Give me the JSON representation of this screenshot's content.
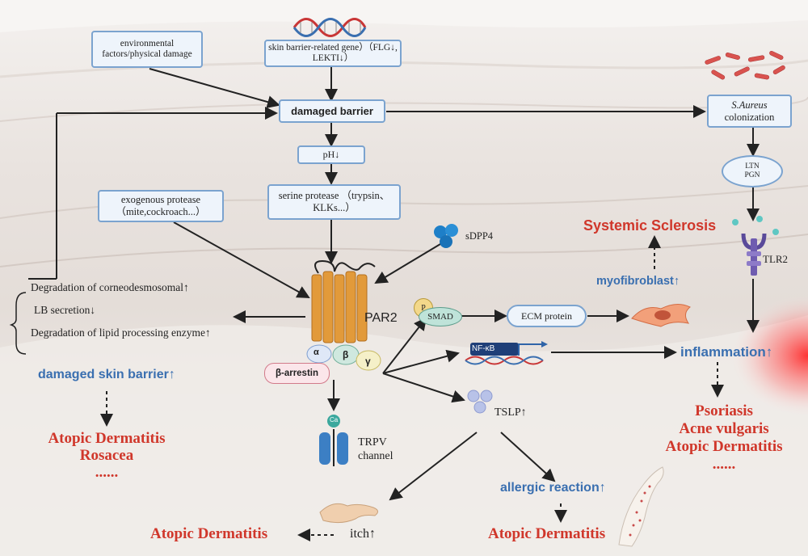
{
  "boxes": {
    "env_factors": "environmental factors/physical damage",
    "gene": "skin barrier-related gene）（FLG↓, LEKTI↓）",
    "damaged_barrier": "damaged barrier",
    "ph": "pH↓",
    "serine": "serine protease （trypsin、KLKs...）",
    "exogenous": "exogenous protease （mite,cockroach...）",
    "saureus_italic": "S.Aureus",
    "saureus_rest": "colonization",
    "ltn": "LTN PGN",
    "ecm": "ECM protein"
  },
  "labels": {
    "sdpp4": "sDPP4",
    "par2": "PAR2",
    "alpha": "α",
    "beta": "β",
    "gamma": "γ",
    "beta_arrestin": "β-arrestin",
    "p": "P",
    "smad": "SMAD",
    "nfkb": "NF-κB",
    "ca": "Ca",
    "trpv": "TRPV channel",
    "tslp": "TSLP↑",
    "tlr2": "TLR2",
    "itch": "itch↑",
    "deg1": "Degradation of corneodesmosomal↑",
    "lb": "LB secretion↓",
    "deg2": "Degradation of lipid processing enzyme↑"
  },
  "outcomes": {
    "damaged_skin": "damaged skin barrier↑",
    "myofibroblast": "myofibroblast↑",
    "inflammation": "inflammation↑",
    "allergic": "allergic reaction↑",
    "systemic": "Systemic Sclerosis",
    "left_list": [
      "Atopic Dermatitis",
      "Rosacea",
      "......"
    ],
    "right_list": [
      "Psoriasis",
      "Acne vulgaris",
      "Atopic Dermatitis",
      "......"
    ],
    "ad_itch": "Atopic Dermatitis",
    "ad_allergic": "Atopic Dermatitis"
  },
  "colors": {
    "box_border": "#7ba3cf",
    "box_fill": "#eef4fb",
    "blue_text": "#3a6fb0",
    "red_text": "#d0372b",
    "receptor": "#e29a3a"
  }
}
